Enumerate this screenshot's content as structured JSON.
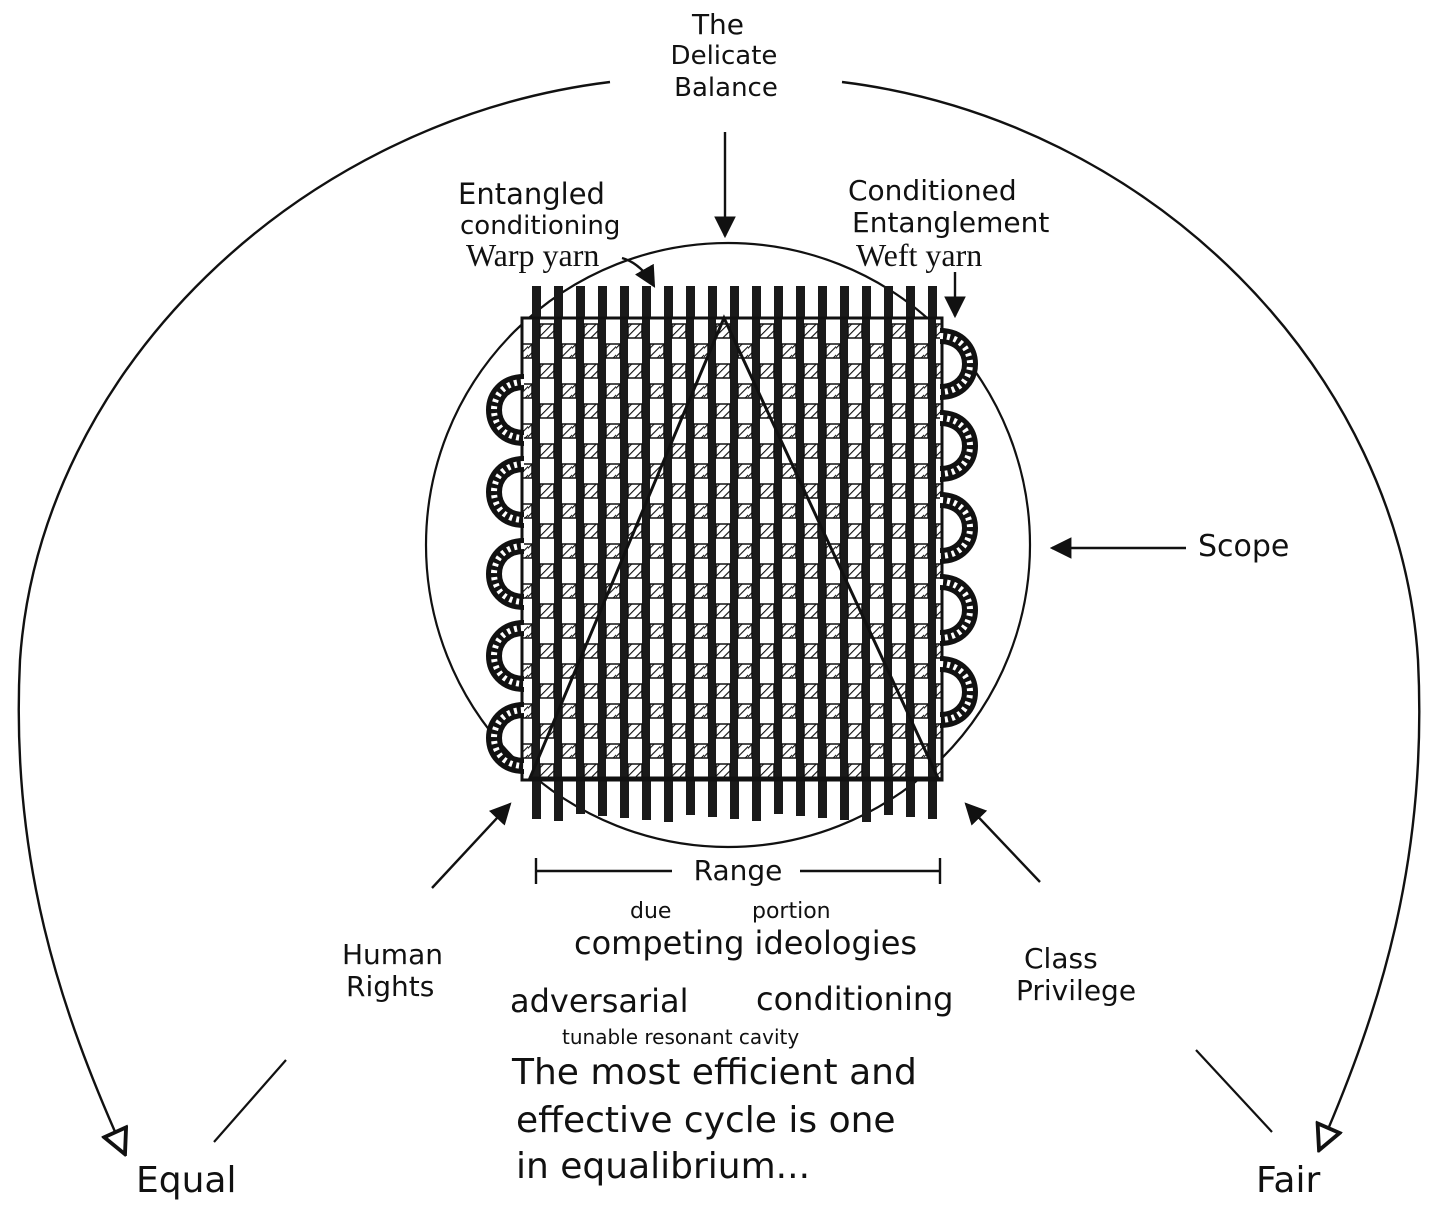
{
  "labels": {
    "top_line1": "The",
    "top_line2": "Delicate",
    "top_line3": "Balance",
    "warp_line1": "Entangled",
    "warp_line2": "conditioning",
    "warp_line3": "Warp yarn",
    "weft_line1": "Conditioned",
    "weft_line2": "Entanglement",
    "weft_line3": "Weft yarn",
    "scope": "Scope",
    "range": "Range",
    "due": "due",
    "portion": "portion",
    "competing": "competing ideologies",
    "adversarial": "adversarial",
    "conditioning": "conditioning",
    "tunable": "tunable resonant cavity",
    "statement_line1": "The most efficient and",
    "statement_line2": "effective cycle is one",
    "statement_line3": "in equalibrium...",
    "human_line1": "Human",
    "human_line2": "Rights",
    "class_line1": "Class",
    "class_line2": "Privilege",
    "equal": "Equal",
    "fair": "Fair"
  },
  "colors": {
    "ink": "#111111",
    "paper": "#ffffff"
  }
}
